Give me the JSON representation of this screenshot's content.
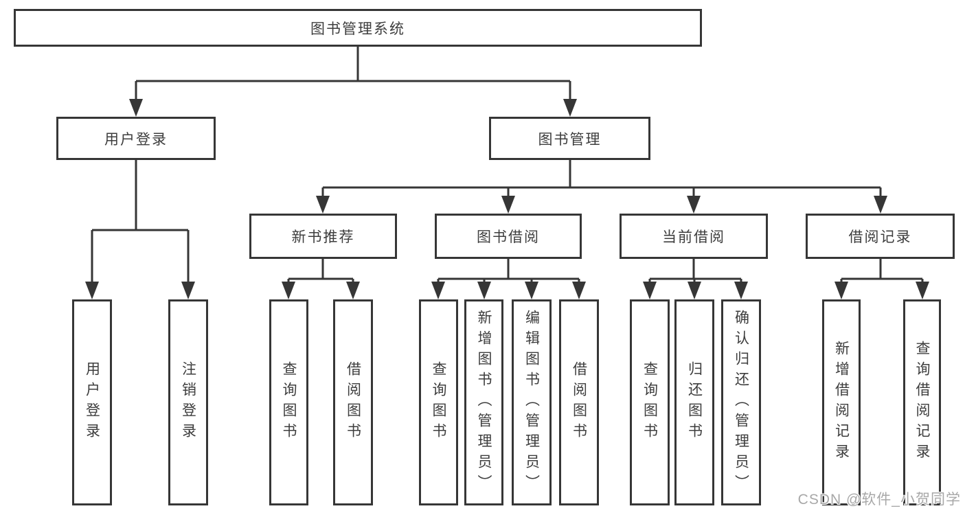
{
  "tree": {
    "root": "图书管理系统",
    "branches": [
      {
        "label": "用户登录",
        "leaves": [
          "用户登录",
          "注销登录"
        ]
      },
      {
        "label": "图书管理",
        "groups": [
          {
            "label": "新书推荐",
            "leaves": [
              "查询图书",
              "借阅图书"
            ]
          },
          {
            "label": "图书借阅",
            "leaves": [
              "查询图书",
              "新增图书（管理员）",
              "编辑图书（管理员）",
              "借阅图书"
            ]
          },
          {
            "label": "当前借阅",
            "leaves": [
              "查询图书",
              "归还图书",
              "确认归还（管理员）"
            ]
          },
          {
            "label": "借阅记录",
            "leaves": [
              "新增借阅记录",
              "查询借阅记录"
            ]
          }
        ]
      }
    ]
  },
  "watermark": "CSDN @软件_小贺同学",
  "colors": {
    "line": "#363636",
    "text": "#3d3d3d",
    "watermark": "#a8a8a8",
    "background": "#ffffff"
  }
}
